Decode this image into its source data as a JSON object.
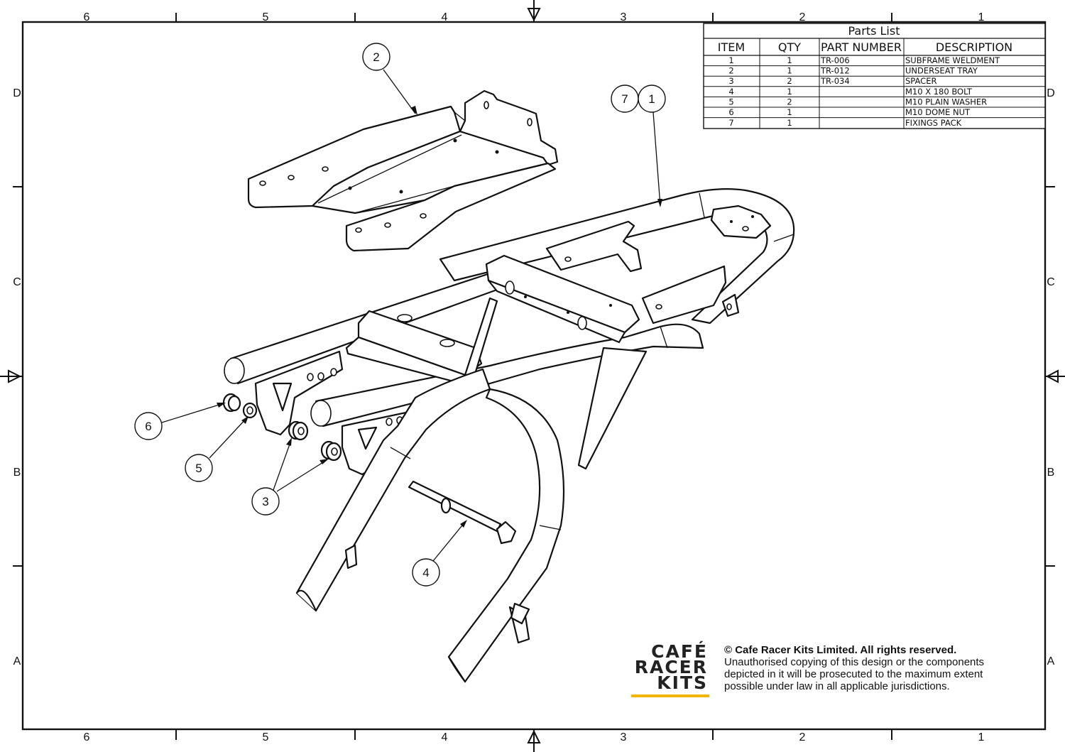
{
  "zones": {
    "columns": [
      "6",
      "5",
      "4",
      "3",
      "2",
      "1"
    ],
    "rows": [
      "D",
      "C",
      "B",
      "A"
    ]
  },
  "parts_list": {
    "title": "Parts List",
    "headers": [
      "ITEM",
      "QTY",
      "PART NUMBER",
      "DESCRIPTION"
    ],
    "rows": [
      {
        "item": "1",
        "qty": "1",
        "part_number": "TR-006",
        "description": "SUBFRAME WELDMENT"
      },
      {
        "item": "2",
        "qty": "1",
        "part_number": "TR-012",
        "description": "UNDERSEAT TRAY"
      },
      {
        "item": "3",
        "qty": "2",
        "part_number": "TR-034",
        "description": "SPACER"
      },
      {
        "item": "4",
        "qty": "1",
        "part_number": "",
        "description": "M10 X 180 BOLT"
      },
      {
        "item": "5",
        "qty": "2",
        "part_number": "",
        "description": "M10 PLAIN WASHER"
      },
      {
        "item": "6",
        "qty": "1",
        "part_number": "",
        "description": "M10 DOME NUT"
      },
      {
        "item": "7",
        "qty": "1",
        "part_number": "",
        "description": "FIXINGS PACK"
      }
    ]
  },
  "balloons": {
    "b2": "2",
    "b7": "7",
    "b1": "1",
    "b6": "6",
    "b5": "5",
    "b3": "3",
    "b4": "4"
  },
  "logo": {
    "line1": "CAFÉ",
    "line2": "RACER",
    "line3": "KITS",
    "accent_color": "#f2b705"
  },
  "copyright": {
    "line1": "© Cafe Racer Kits Limited. All rights reserved.",
    "line2": "Unauthorised copying of this design or the components",
    "line3": "depicted in it will be prosecuted to the maximum extent",
    "line4": "possible under law in all applicable jurisdictions."
  }
}
